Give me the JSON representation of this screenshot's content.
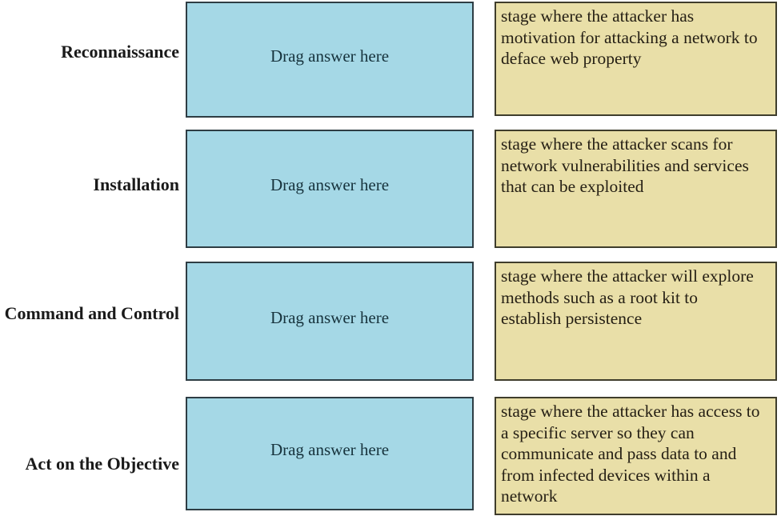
{
  "colors": {
    "dropzone_fill": "#a5d8e6",
    "dropzone_border": "#2e3d44",
    "card_fill": "#e9dfa8",
    "card_border": "#3f3d2c"
  },
  "dropzone_placeholder": "Drag answer here",
  "rows": [
    {
      "label": "Reconnaissance",
      "description": "stage where the attacker has\nmotivation for attacking a network to\ndeface web property"
    },
    {
      "label": "Installation",
      "description": "stage where the attacker scans for\nnetwork vulnerabilities and services\nthat can be exploited"
    },
    {
      "label": "Command and Control",
      "description": "stage where the attacker will explore\nmethods such as a root kit to\nestablish persistence"
    },
    {
      "label": "Act on the Objective",
      "description": "stage where the attacker has access to\na specific server so they can\ncommunicate and pass data to and\nfrom infected devices within a\nnetwork"
    }
  ]
}
